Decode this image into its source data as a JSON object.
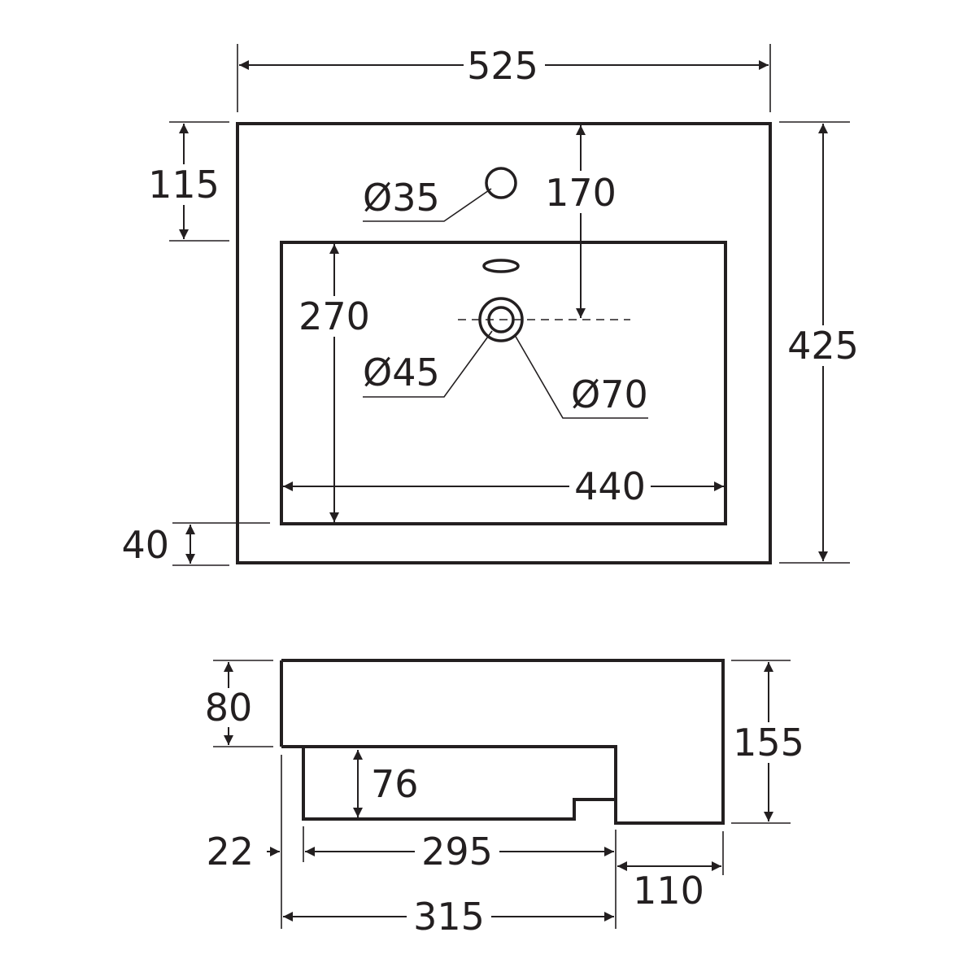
{
  "top_view": {
    "overall_width": "525",
    "overall_depth": "425",
    "tap_hole_offset": "115",
    "tap_hole_diameter": "Ø35",
    "waste_offset": "170",
    "bowl_depth": "270",
    "waste_diameter": "Ø45",
    "waste_outer_diameter": "Ø70",
    "bowl_width": "440",
    "front_rim": "40"
  },
  "side_view": {
    "rim_height": "80",
    "bowl_height": "76",
    "overall_height": "155",
    "rim_overhang": "22",
    "bowl_length": "295",
    "rear_section": "110",
    "base_to_step": "315"
  },
  "colors": {
    "line": "#231f20",
    "background": "#ffffff"
  }
}
